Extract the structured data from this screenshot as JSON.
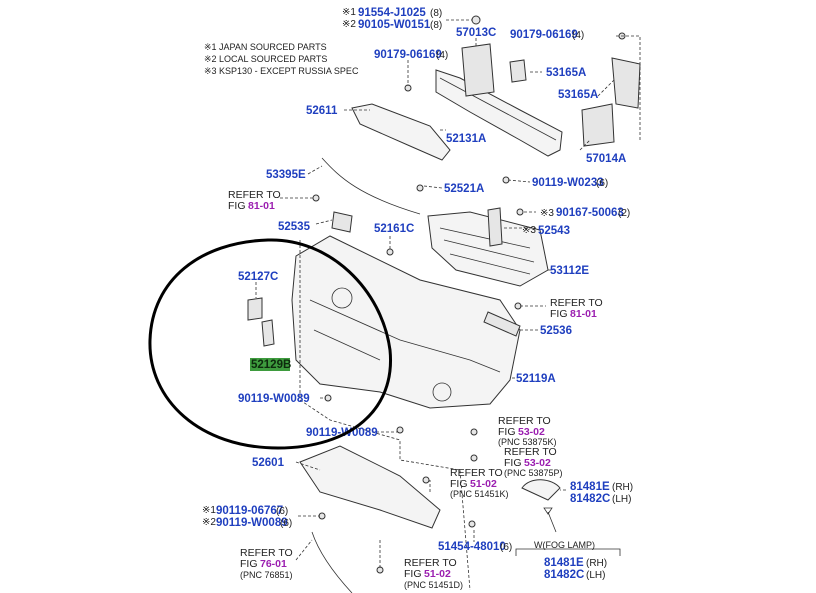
{
  "legend": [
    "※1 JAPAN SOURCED PARTS",
    "※2 LOCAL SOURCED PARTS",
    "※3 KSP130 - EXCEPT RUSSIA SPEC"
  ],
  "parts": {
    "p91554": {
      "mark": "※1",
      "number": "91554-J1025",
      "qty": "(8)"
    },
    "p90105": {
      "mark": "※2",
      "number": "90105-W0151",
      "qty": "(8)"
    },
    "p57013C": {
      "number": "57013C"
    },
    "p90179a": {
      "number": "90179-06169",
      "qty": "(4)"
    },
    "p90179b": {
      "number": "90179-06169",
      "qty": "(4)"
    },
    "p53165A_1": {
      "number": "53165A"
    },
    "p53165A_2": {
      "number": "53165A"
    },
    "p52611": {
      "number": "52611"
    },
    "p52131A": {
      "number": "52131A"
    },
    "p57014A": {
      "number": "57014A"
    },
    "p53395E": {
      "number": "53395E"
    },
    "p52521A": {
      "number": "52521A"
    },
    "p90119_W0233": {
      "number": "90119-W0233",
      "qty": "(6)"
    },
    "p90167": {
      "mark": "※3",
      "number": "90167-50063",
      "qty": "(2)"
    },
    "p52543": {
      "mark": "※3",
      "number": "52543"
    },
    "p52535": {
      "number": "52535"
    },
    "p52161C": {
      "number": "52161C"
    },
    "p53112E": {
      "number": "53112E"
    },
    "p52127C": {
      "number": "52127C"
    },
    "p52129B": {
      "number": "52129B"
    },
    "p52536": {
      "number": "52536"
    },
    "p52119A": {
      "number": "52119A"
    },
    "p90119_W0089a": {
      "number": "90119-W0089"
    },
    "p90119_W0089b": {
      "number": "90119-W0089"
    },
    "p52601": {
      "number": "52601"
    },
    "p90119_06767": {
      "mark": "※1",
      "number": "90119-06767",
      "qty": "(6)"
    },
    "p90119_W0089c": {
      "mark": "※2",
      "number": "90119-W0089",
      "qty": "(6)"
    },
    "p81481E_1": {
      "number": "81481E",
      "qty": "(RH)"
    },
    "p81482C_1": {
      "number": "81482C",
      "qty": "(LH)"
    },
    "p51454": {
      "number": "51454-48010",
      "qty": "(6)"
    },
    "p81481E_2": {
      "number": "81481E",
      "qty": "(RH)"
    },
    "p81482C_2": {
      "number": "81482C",
      "qty": "(LH)"
    }
  },
  "refs": {
    "r1": {
      "line1": "REFER TO",
      "fig_prefix": "FIG ",
      "fig": "81-01"
    },
    "r2": {
      "line1": "REFER TO",
      "fig_prefix": "FIG ",
      "fig": "81-01"
    },
    "r3": {
      "line1": "REFER TO",
      "fig_prefix": "FIG ",
      "fig": "53-02",
      "pnc": "(PNC 53875K)"
    },
    "r4": {
      "line1": "REFER TO",
      "fig_prefix": "FIG ",
      "fig": "53-02",
      "pnc": "(PNC 53875P)"
    },
    "r5": {
      "line1": "REFER TO",
      "fig_prefix": "FIG ",
      "fig": "51-02",
      "pnc": "(PNC 51451K)"
    },
    "r6": {
      "line1": "REFER TO",
      "fig_prefix": "FIG ",
      "fig": "76-01",
      "pnc": "(PNC 76851)"
    },
    "r7": {
      "line1": "REFER TO",
      "fig_prefix": "FIG ",
      "fig": "51-02",
      "pnc": "(PNC 51451D)"
    }
  },
  "fog_lamp_label": "W(FOG LAMP)",
  "colors": {
    "part_number": "#1f3fbf",
    "figure_ref": "#9b1fb0",
    "highlight": "#3e9b3e",
    "annotation_circle": "#000000"
  }
}
